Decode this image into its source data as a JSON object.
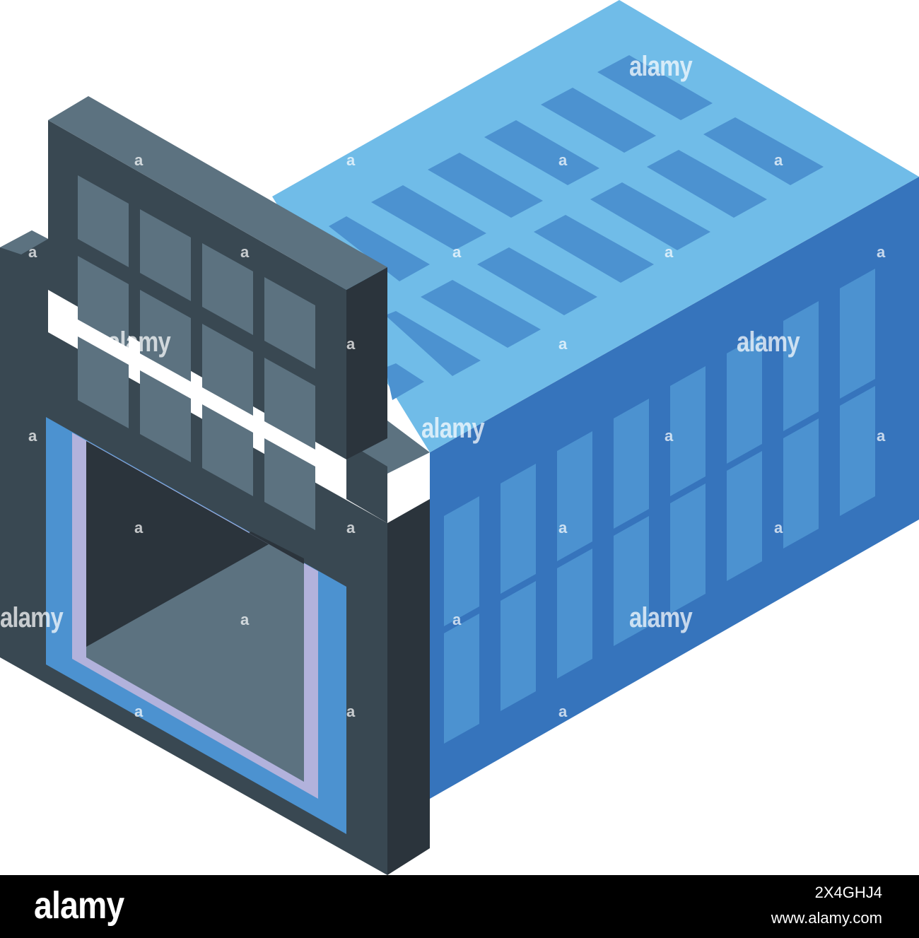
{
  "image": {
    "subject": "building-icon",
    "colors": {
      "roof": "#70BCE8",
      "roof_panels": "#4C92D0",
      "side_wall": "#3674BC",
      "side_windows": "#4C92D0",
      "front_dark": "#394852",
      "front_darker": "#2B343C",
      "front_mid": "#5C7280",
      "entrance_blue": "#4C92D0",
      "entrance_lavender": "#B2B2DC"
    }
  },
  "watermark": {
    "text": "alamy",
    "mark": "a"
  },
  "footer": {
    "logo": "alamy",
    "image_id": "2X4GHJ4",
    "url": "www.alamy.com"
  }
}
